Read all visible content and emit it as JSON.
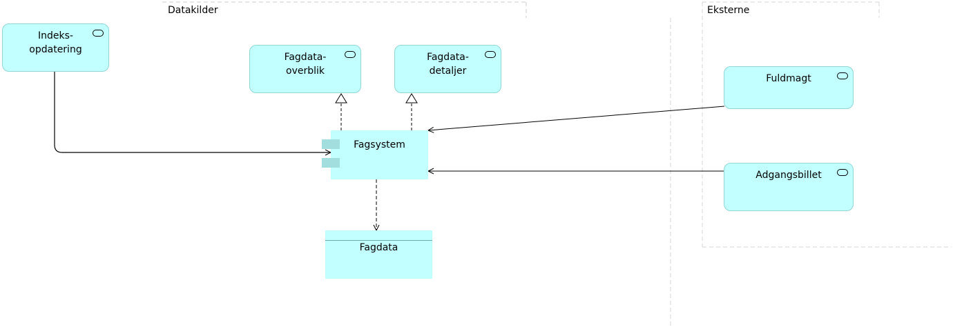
{
  "groups": {
    "datakilder": "Datakilder",
    "eksterne": "Eksterne"
  },
  "nodes": {
    "indeksopdatering": [
      "Indeks-",
      "opdatering"
    ],
    "fagdata_overblik": [
      "Fagdata-",
      "overblik"
    ],
    "fagdata_detaljer": [
      "Fagdata-",
      "detaljer"
    ],
    "fuldmagt": [
      "Fuldmagt"
    ],
    "adgangsbillet": [
      "Adgangsbillet"
    ],
    "fagsystem": "Fagsystem",
    "fagdata": "Fagdata"
  },
  "colors": {
    "fill": "#c2ffff",
    "service_border": "#92d6d6",
    "component_tab": "#a3dede"
  }
}
